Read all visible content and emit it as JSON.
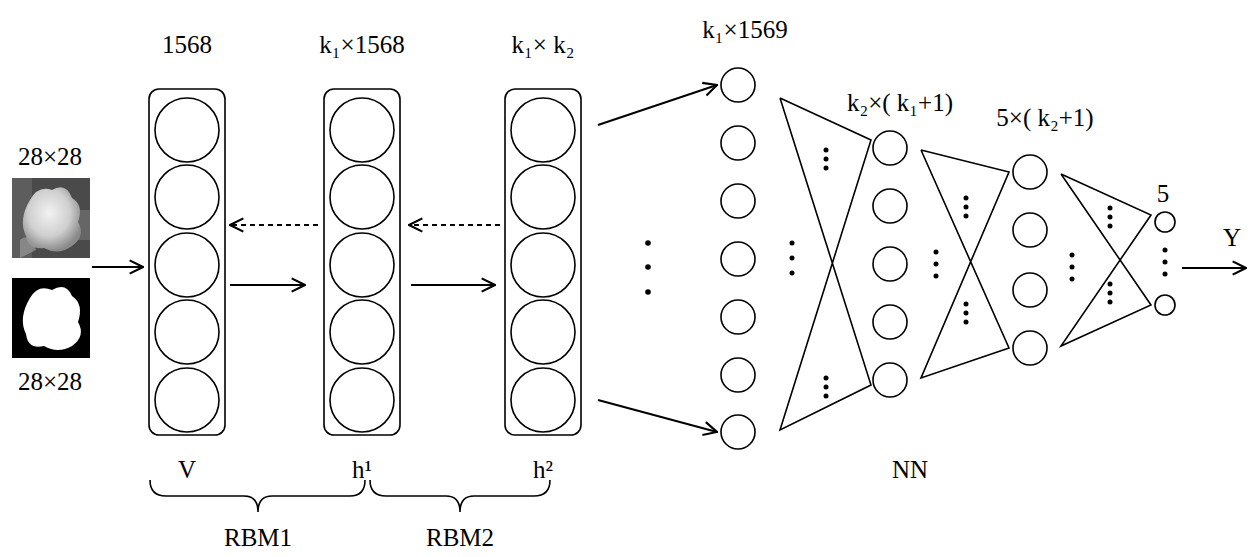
{
  "diagram": {
    "nodes": [
      {
        "text": [
          "1568",
          "V"
        ]
      },
      {
        "text": [
          "k₁×1568",
          "h¹"
        ]
      },
      {
        "text": [
          "k₁× k₂",
          "h²"
        ]
      },
      {
        "text": [
          "k₁×1569"
        ]
      },
      {
        "text": [
          "k₂×( k₁+1)"
        ]
      },
      {
        "text": [
          "5×( k₂+1)"
        ]
      },
      {
        "text": [
          "5"
        ]
      }
    ],
    "edges": [
      {
        "from": 0,
        "to": 1,
        "arrow": "to"
      },
      {
        "from": 1,
        "to": 0,
        "arrow": "to"
      },
      {
        "from": 1,
        "to": 2,
        "arrow": "to"
      },
      {
        "from": 2,
        "to": 1,
        "arrow": "to"
      },
      {
        "from": 2,
        "to": 3,
        "arrow": "to"
      },
      {
        "from": 2,
        "to": 3,
        "arrow": "to"
      },
      {
        "from": 3,
        "to": 4,
        "arrow": "none"
      },
      {
        "from": 4,
        "to": 5,
        "arrow": "none"
      },
      {
        "from": 5,
        "to": 6,
        "arrow": "none"
      }
    ],
    "labels": [
      "28×28",
      "28×28",
      "RBM1",
      "RBM2",
      "NN",
      "Y"
    ]
  }
}
